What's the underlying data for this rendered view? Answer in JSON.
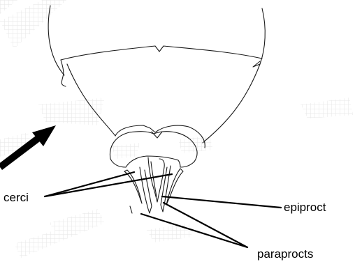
{
  "figure": {
    "labels": {
      "cerci": "cerci",
      "epiproct": "epiproct",
      "paraprocts": "paraprocts"
    },
    "colors": {
      "outline": "#1a1a1a",
      "leader_line": "#000000",
      "arrow": "#000000",
      "grid_watermark": "#e3e3e3",
      "background": "#ffffff"
    },
    "icons": {
      "pointer": "arrow-icon"
    }
  }
}
